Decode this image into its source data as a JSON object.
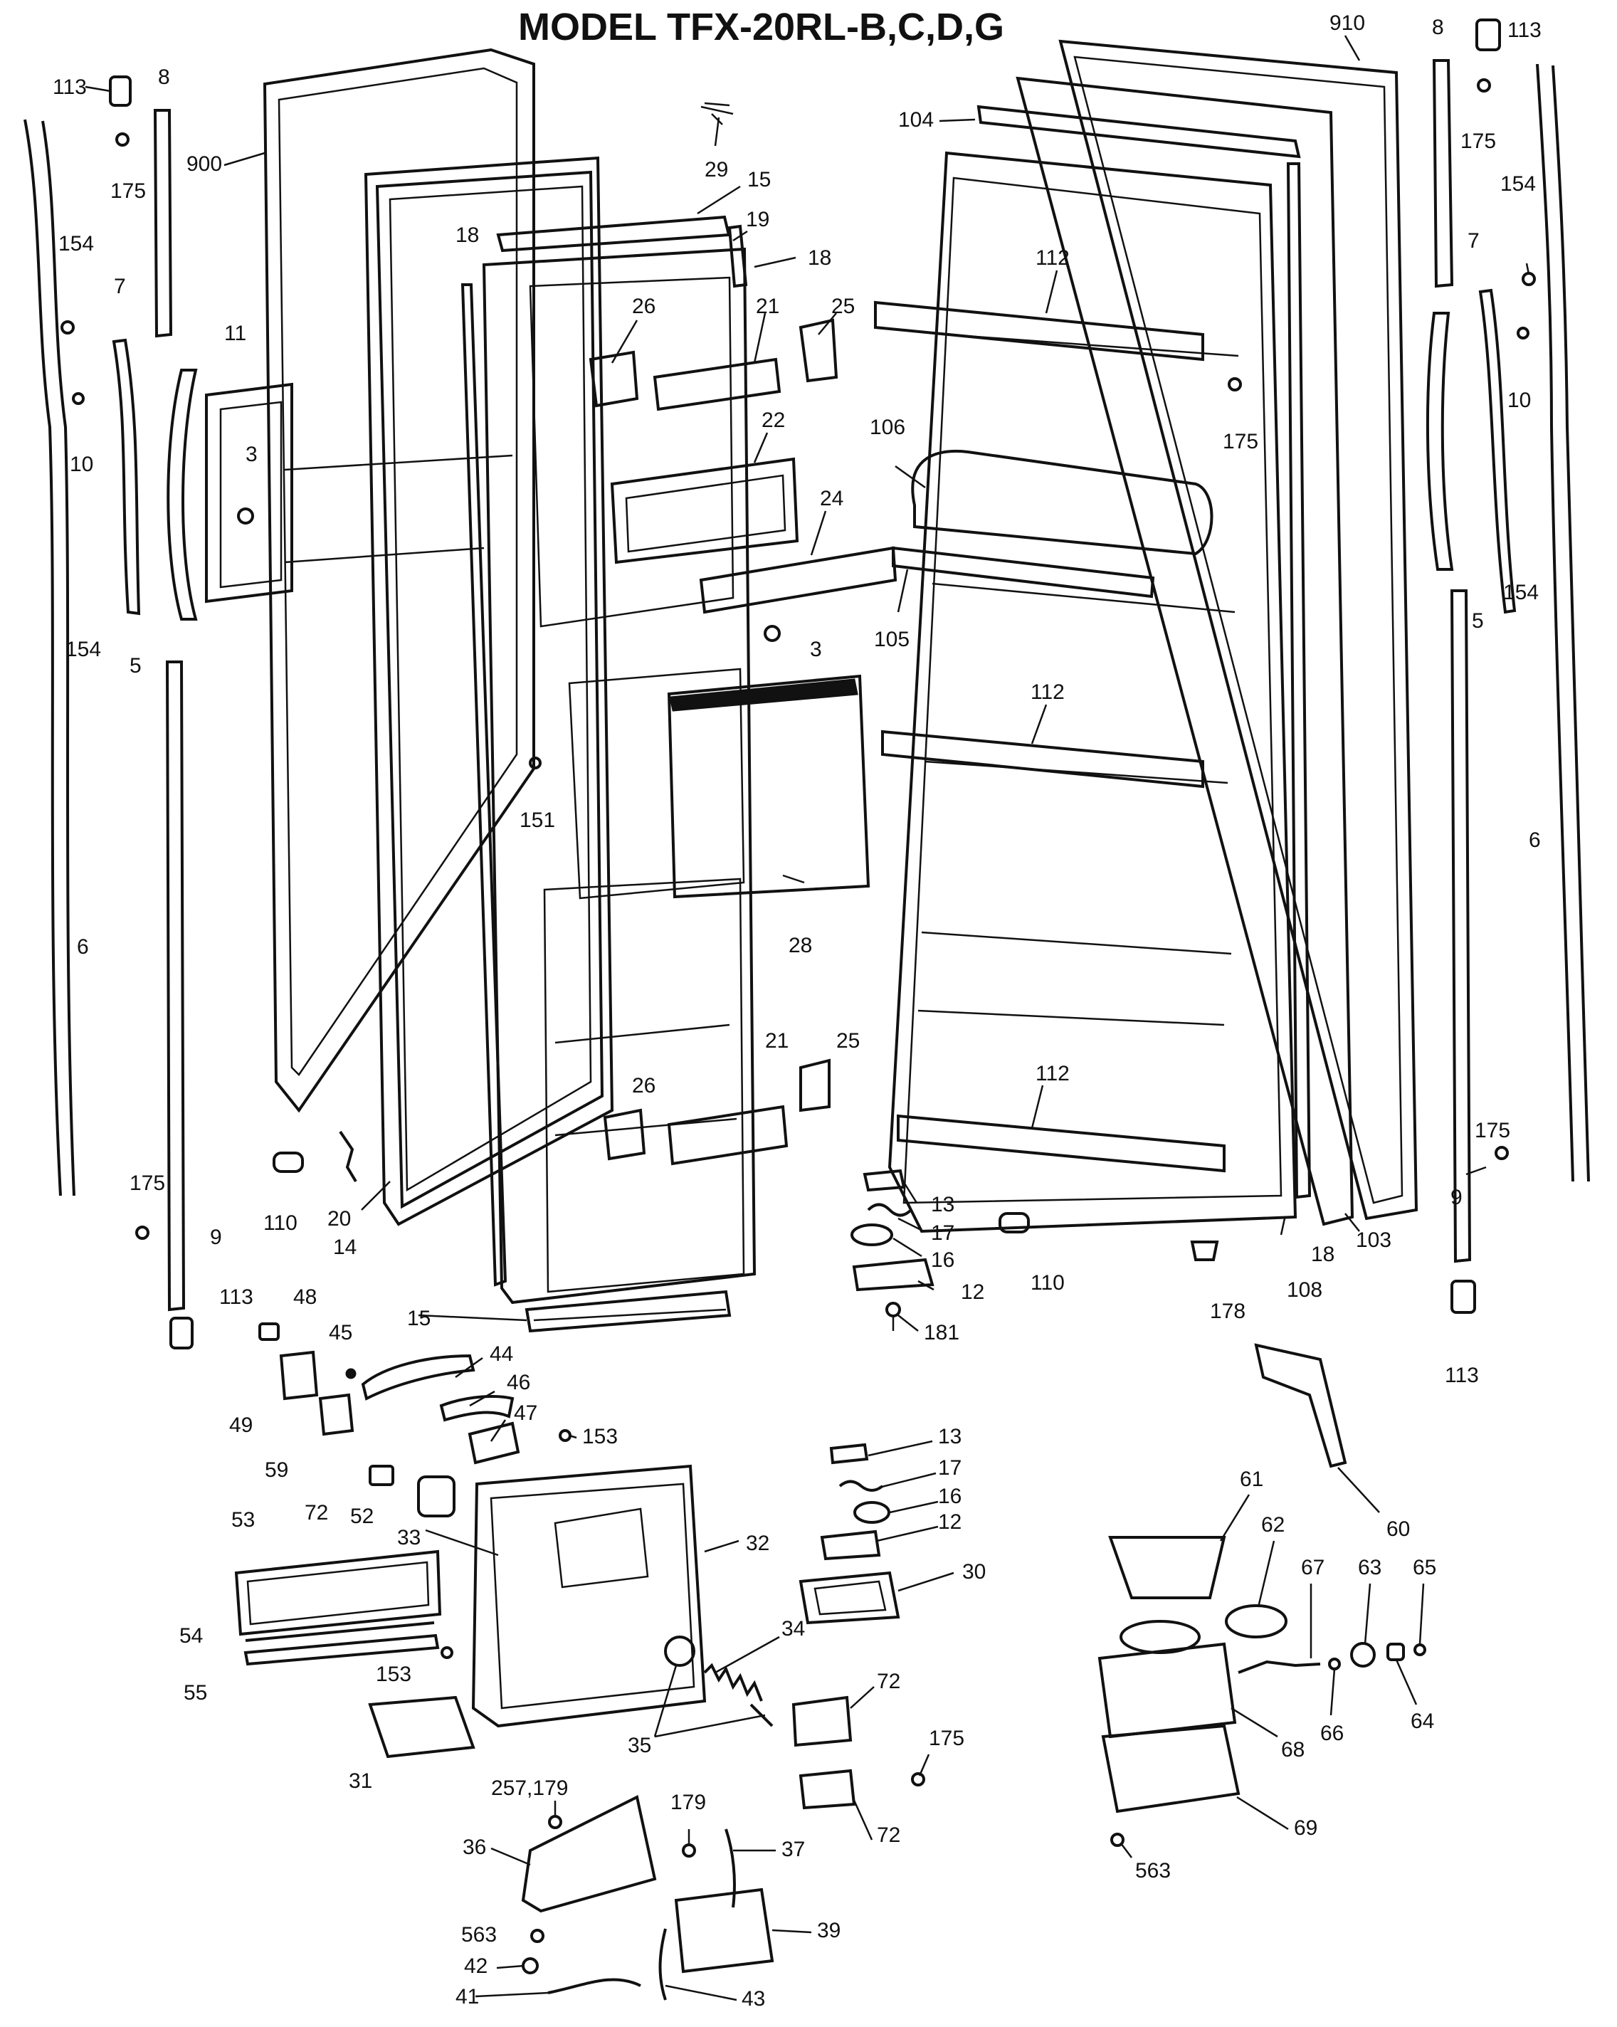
{
  "title": "MODEL TFX-20RL-B,C,D,G",
  "labels": {
    "l900": "900",
    "l910": "910",
    "l104": "104",
    "l113a": "113",
    "l8a": "8",
    "l175a": "175",
    "l154a": "154",
    "l7a": "7",
    "l10a": "10",
    "l154b": "154",
    "l5a": "5",
    "l6a": "6",
    "l11": "11",
    "l3a": "3",
    "l18a": "18",
    "l29": "29",
    "l15a": "15",
    "l19": "19",
    "l18b": "18",
    "l26a": "26",
    "l21a": "21",
    "l25a": "25",
    "l22": "22",
    "l24": "24",
    "l3b": "3",
    "l151": "151",
    "l28": "28",
    "l26b": "26",
    "l21b": "21",
    "l25b": "25",
    "l175b": "175",
    "l9a": "9",
    "l113b": "113",
    "l110a": "110",
    "l20": "20",
    "l14": "14",
    "l15b": "15",
    "l112a": "112",
    "l106": "106",
    "l105": "105",
    "l112b": "112",
    "l112c": "112",
    "l175c": "175",
    "l13a": "13",
    "l17a": "17",
    "l16a": "16",
    "l12a": "12",
    "l181": "181",
    "l110b": "110",
    "l178": "178",
    "l108": "108",
    "l18c": "18",
    "l103": "103",
    "l8b": "8",
    "l113c": "113",
    "l175d": "175",
    "l154c": "154",
    "l7b": "7",
    "l10b": "10",
    "l154d": "154",
    "l5b": "5",
    "l6b": "6",
    "l175e": "175",
    "l9b": "9",
    "l113d": "113",
    "l48": "48",
    "l45": "45",
    "l44": "44",
    "l46": "46",
    "l49": "49",
    "l47": "47",
    "l153a": "153",
    "l59": "59",
    "l72a": "72",
    "l52": "52",
    "l53": "53",
    "l33": "33",
    "l32": "32",
    "l54": "54",
    "l55": "55",
    "l153b": "153",
    "l31": "31",
    "l34": "34",
    "l35": "35",
    "l13b": "13",
    "l17b": "17",
    "l16b": "16",
    "l12b": "12",
    "l30": "30",
    "l72b": "72",
    "l175f": "175",
    "l72c": "72",
    "l60": "60",
    "l61": "61",
    "l62": "62",
    "l67": "67",
    "l63": "63",
    "l65": "65",
    "l66": "66",
    "l64": "64",
    "l68": "68",
    "l69": "69",
    "l563a": "563",
    "l257": "257,179",
    "l179": "179",
    "l36": "36",
    "l37": "37",
    "l563b": "563",
    "l39": "39",
    "l42": "42",
    "l41": "41",
    "l43": "43"
  }
}
